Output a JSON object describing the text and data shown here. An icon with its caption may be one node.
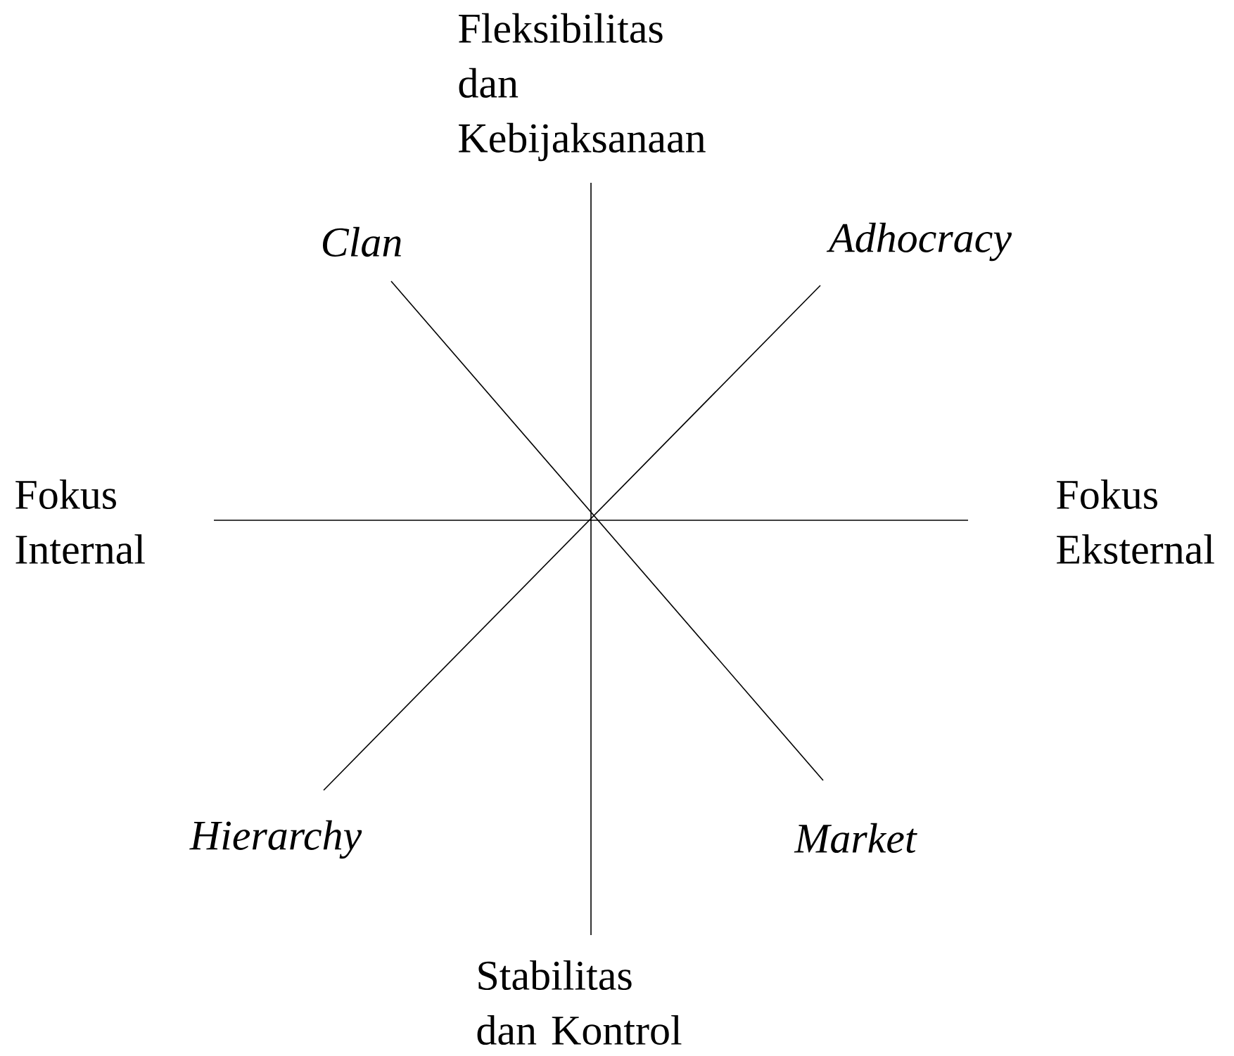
{
  "diagram": {
    "nodes": [
      {
        "text": [
          "Fleksibilitas dan Kebijaksanaan"
        ]
      },
      {
        "text": [
          "Clan"
        ]
      },
      {
        "text": [
          "Adhocracy"
        ]
      },
      {
        "text": [
          "Fokus Internal"
        ]
      },
      {
        "text": [
          "Fokus Eksternal"
        ]
      },
      {
        "text": [
          "Hierarchy"
        ]
      },
      {
        "text": [
          "Market"
        ]
      },
      {
        "text": [
          "Stabilitas dan Kontrol"
        ]
      }
    ],
    "edges": [
      {
        "from": 0,
        "to": 7,
        "arrow": "none"
      },
      {
        "from": 3,
        "to": 4,
        "arrow": "none"
      },
      {
        "from": 1,
        "to": 6,
        "arrow": "none"
      },
      {
        "from": 2,
        "to": 5,
        "arrow": "none"
      }
    ]
  }
}
